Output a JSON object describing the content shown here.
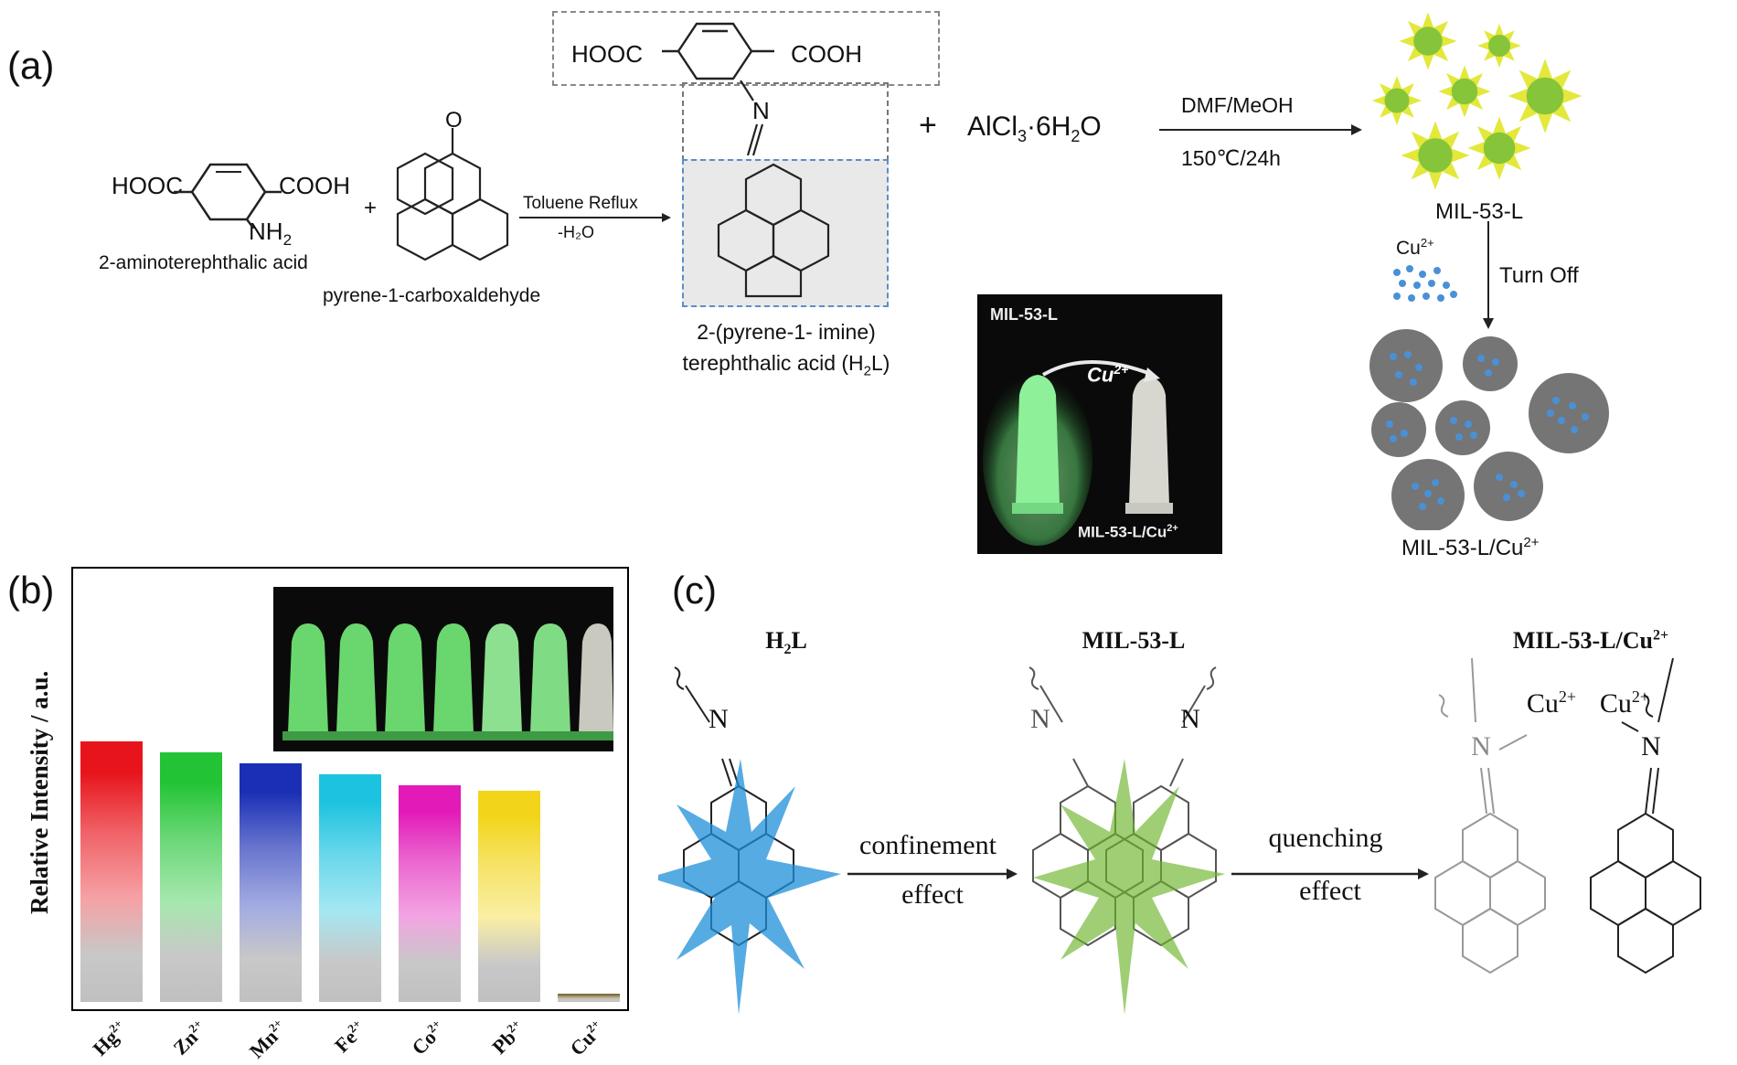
{
  "panel_a": {
    "label": "(a)",
    "reactant1_formula_left": "HOOC",
    "reactant1_formula_right": "COOH",
    "reactant1_group": "NH",
    "reactant1_group_sub": "2",
    "reactant1_name": "2-aminoterephthalic acid",
    "plus_small": "+",
    "aldehyde_o": "O",
    "reactant2_name": "pyrene-1-carboxaldehyde",
    "step1_condition_top": "Toluene Reflux",
    "step1_condition_bottom": "-H₂O",
    "ligand_hooc": "HOOC",
    "ligand_cooh": "COOH",
    "ligand_n": "N",
    "ligand_name_line1": "2-(pyrene-1- imine)",
    "ligand_name_line2_pre": "terephthalic acid (H",
    "ligand_name_line2_sub": "2",
    "ligand_name_line2_post": "L)",
    "plus_big": "+",
    "salt_pre": "AlCl",
    "salt_sub1": "3",
    "salt_mid": "·6H",
    "salt_sub2": "2",
    "salt_post": "O",
    "step2_condition_top": "DMF/MeOH",
    "step2_condition_bottom": "150℃/24h",
    "mof_label": "MIL-53-L",
    "ion_label": "Cu",
    "ion_sup": "2+",
    "turn_off_label": "Turn Off",
    "quenched_label": "MIL-53-L/Cu",
    "quenched_sup": "2+",
    "photo_label_top": "MIL-53-L",
    "photo_ion": "Cu",
    "photo_ion_sup": "2+",
    "photo_label_bottom": "MIL-53-L/Cu",
    "photo_label_bottom_sup": "2+"
  },
  "panel_b": {
    "label": "(b)",
    "colors": {
      "Hg": "#e8141c",
      "Zn": "#22c435",
      "Mn": "#1a2fb5",
      "Fe": "#1cc3e0",
      "Co": "#e21ab8",
      "Pb": "#f2d51a",
      "Cu": "#7a6a3a"
    }
  },
  "chart_data": {
    "type": "bar",
    "ylabel": "Relative Intensity / a.u.",
    "categories": [
      "Hg",
      "Zn",
      "Mn",
      "Fe",
      "Co",
      "Pb",
      "Cu"
    ],
    "category_sup": "2+",
    "values": [
      0.95,
      0.91,
      0.87,
      0.83,
      0.79,
      0.77,
      0.03
    ],
    "ylim": [
      0,
      1.0
    ]
  },
  "panel_c": {
    "label": "(c)",
    "title1": "H",
    "title1_sub": "2",
    "title1_post": "L",
    "title2": "MIL-53-L",
    "title3": "MIL-53-L/Cu",
    "title3_sup": "2+",
    "n_label": "N",
    "cu_label": "Cu",
    "cu_sup": "2+",
    "arrow1_top": "confinement",
    "arrow1_bottom": "effect",
    "arrow2_top": "quenching",
    "arrow2_bottom": "effect"
  }
}
